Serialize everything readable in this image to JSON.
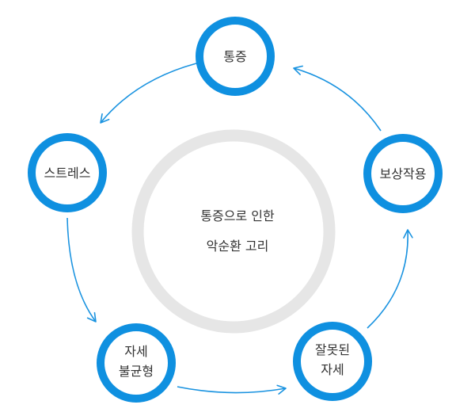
{
  "diagram": {
    "center": {
      "lines": [
        "통증으로 인한",
        "악순환 고리"
      ]
    },
    "nodes": [
      {
        "id": "pain",
        "lines": [
          "통증"
        ]
      },
      {
        "id": "compensation",
        "lines": [
          "보상작용"
        ]
      },
      {
        "id": "wrong-posture",
        "lines": [
          "잘못된",
          "자세"
        ]
      },
      {
        "id": "posture-imbalance",
        "lines": [
          "자세",
          "불균형"
        ]
      },
      {
        "id": "stress",
        "lines": [
          "스트레스"
        ]
      }
    ],
    "colors": {
      "node_ring": "#0f90e0",
      "arrow": "#1a93e0",
      "center_ring": "#e6e6e6",
      "text": "#333333"
    }
  }
}
